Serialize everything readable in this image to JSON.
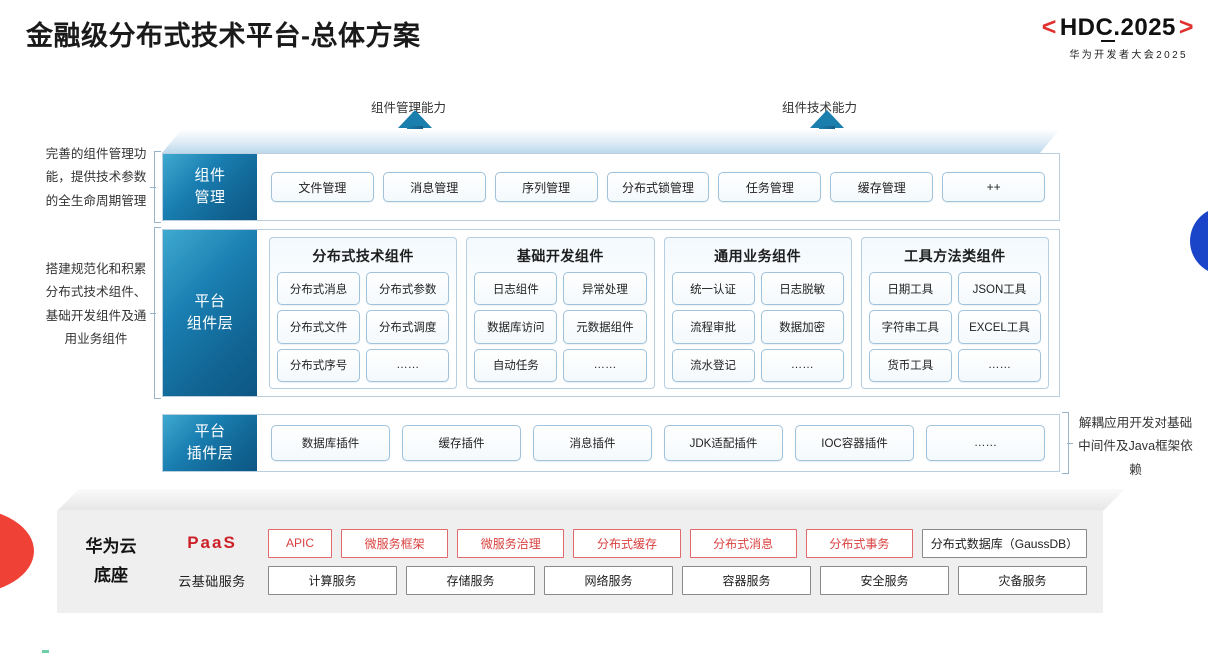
{
  "header": {
    "title": "金融级分布式技术平台-总体方案",
    "logo_prefix": "<",
    "logo_main": "HDC.2025",
    "logo_suffix": ">",
    "logo_sub": "华为开发者大会2025"
  },
  "arrows": [
    {
      "caption": "组件管理能力"
    },
    {
      "caption": "组件技术能力"
    }
  ],
  "side_notes": {
    "left_1": "完善的组件管理功能，提供技术参数的全生命周期管理",
    "left_2": "搭建规范化和积累分布式技术组件、基础开发组件及通用业务组件",
    "right_1": "解耦应用开发对基础中间件及Java框架依赖"
  },
  "layers": {
    "component_mgmt": {
      "label": "组件管理",
      "label_lines": [
        "组件",
        "管理"
      ],
      "items": [
        "文件管理",
        "消息管理",
        "序列管理",
        "分布式锁管理",
        "任务管理",
        "缓存管理",
        "++"
      ]
    },
    "platform_component": {
      "label": "平台组件层",
      "label_lines": [
        "平台",
        "组件层"
      ],
      "groups": [
        {
          "title": "分布式技术组件",
          "items": [
            "分布式消息",
            "分布式参数",
            "分布式文件",
            "分布式调度",
            "分布式序号",
            "……"
          ]
        },
        {
          "title": "基础开发组件",
          "items": [
            "日志组件",
            "异常处理",
            "数据库访问",
            "元数据组件",
            "自动任务",
            "……"
          ]
        },
        {
          "title": "通用业务组件",
          "items": [
            "统一认证",
            "日志脱敏",
            "流程审批",
            "数据加密",
            "流水登记",
            "……"
          ]
        },
        {
          "title": "工具方法类组件",
          "items": [
            "日期工具",
            "JSON工具",
            "字符串工具",
            "EXCEL工具",
            "货币工具",
            "……"
          ]
        }
      ]
    },
    "plugin": {
      "label": "平台插件层",
      "label_lines": [
        "平台",
        "插件层"
      ],
      "items": [
        "数据库插件",
        "缓存插件",
        "消息插件",
        "JDK适配插件",
        "IOC容器插件",
        "……"
      ]
    }
  },
  "base": {
    "title_lines": [
      "华为云",
      "底座"
    ],
    "paas_label": "PaaS",
    "paas_items": [
      {
        "text": "APIC",
        "style": "red"
      },
      {
        "text": "微服务框架",
        "style": "red"
      },
      {
        "text": "微服务治理",
        "style": "red"
      },
      {
        "text": "分布式缓存",
        "style": "red"
      },
      {
        "text": "分布式消息",
        "style": "red"
      },
      {
        "text": "分布式事务",
        "style": "red"
      },
      {
        "text": "分布式数据库（GaussDB）",
        "style": "gray"
      }
    ],
    "iaas_label": "云基础服务",
    "iaas_items": [
      "计算服务",
      "存储服务",
      "网络服务",
      "容器服务",
      "安全服务",
      "灾备服务"
    ]
  },
  "colors": {
    "brand_red": "#e0312f",
    "paas_red": "#cc2128",
    "layer_blue": "#1a7fb2",
    "accent_blue": "#1b45c8",
    "wedge_red": "#ef4136"
  }
}
